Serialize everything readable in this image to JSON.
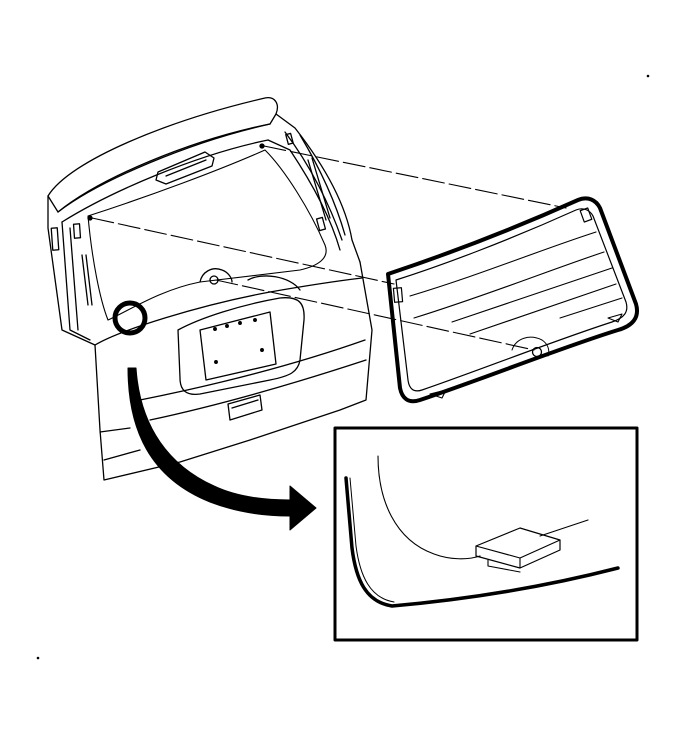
{
  "diagram": {
    "colors": {
      "line": "#000000",
      "background": "#ffffff"
    },
    "parts": [
      "liftgate",
      "liftgate-window-glass",
      "locator-circle",
      "detail-arrow",
      "detail-inset"
    ]
  }
}
